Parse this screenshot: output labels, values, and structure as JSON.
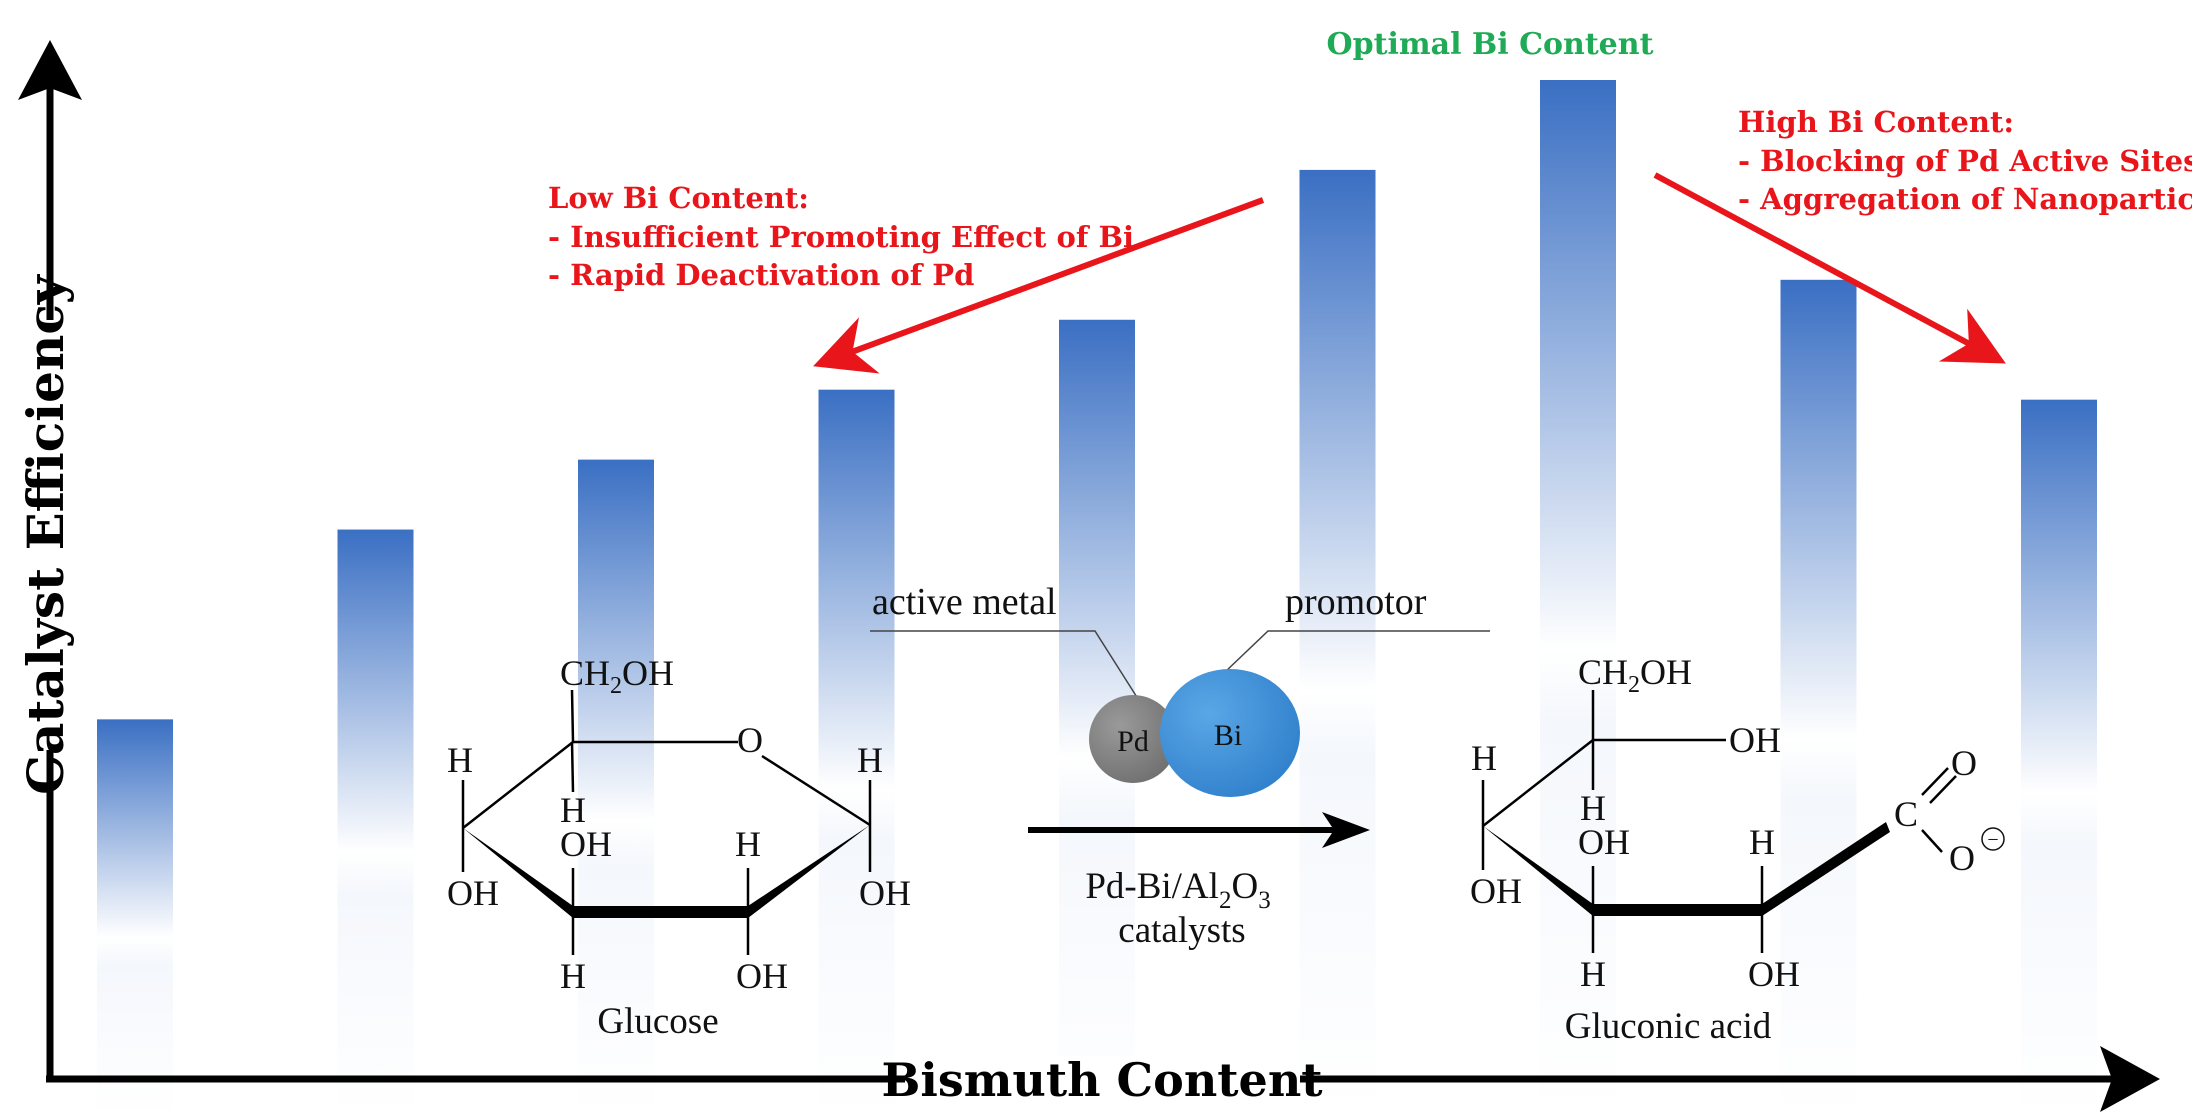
{
  "colors": {
    "bar_top": "#3a6fc3",
    "bar_fade": "#ffffff",
    "annotation_red": "#e8151b",
    "annotation_green": "#1faa55",
    "pd_sphere": "#7a7a7a",
    "bi_sphere": "#3f8fd6",
    "axis": "#000000"
  },
  "axes": {
    "y_title": "Catalyst Efficiency",
    "x_title": "Bismuth Content"
  },
  "bars": {
    "relative_heights": [
      0.36,
      0.55,
      0.62,
      0.69,
      0.76,
      0.91,
      1.0,
      0.8,
      0.68
    ]
  },
  "annotations": {
    "optimal": "Optimal Bi Content",
    "low": {
      "heading": "Low Bi Content:",
      "line1": "- Insufficient Promoting Effect of Bi",
      "line2": "- Rapid Deactivation of Pd"
    },
    "high": {
      "heading": "High Bi Content:",
      "line1": "- Blocking of Pd Active Sites",
      "line2": "- Aggregation of Nanoparticles"
    }
  },
  "catalyst": {
    "active_metal_label": "active metal",
    "promotor_label": "promotor",
    "pd": "Pd",
    "bi": "Bi",
    "formula_main": "Pd-Bi/Al",
    "formula_sub1": "2",
    "formula_o": "O",
    "formula_sub2": "3",
    "formula_line2": "catalysts"
  },
  "glucose": {
    "name": "Glucose",
    "ch2oh_ch": "CH",
    "ch2oh_sub": "2",
    "ch2oh_oh": "OH",
    "ring_o": "O",
    "h": "H",
    "oh": "OH"
  },
  "gluconic": {
    "name": "Gluconic acid",
    "ch2oh_ch": "CH",
    "ch2oh_sub": "2",
    "ch2oh_oh": "OH",
    "h": "H",
    "oh": "OH",
    "c": "C",
    "o": "O",
    "minus": "−"
  }
}
